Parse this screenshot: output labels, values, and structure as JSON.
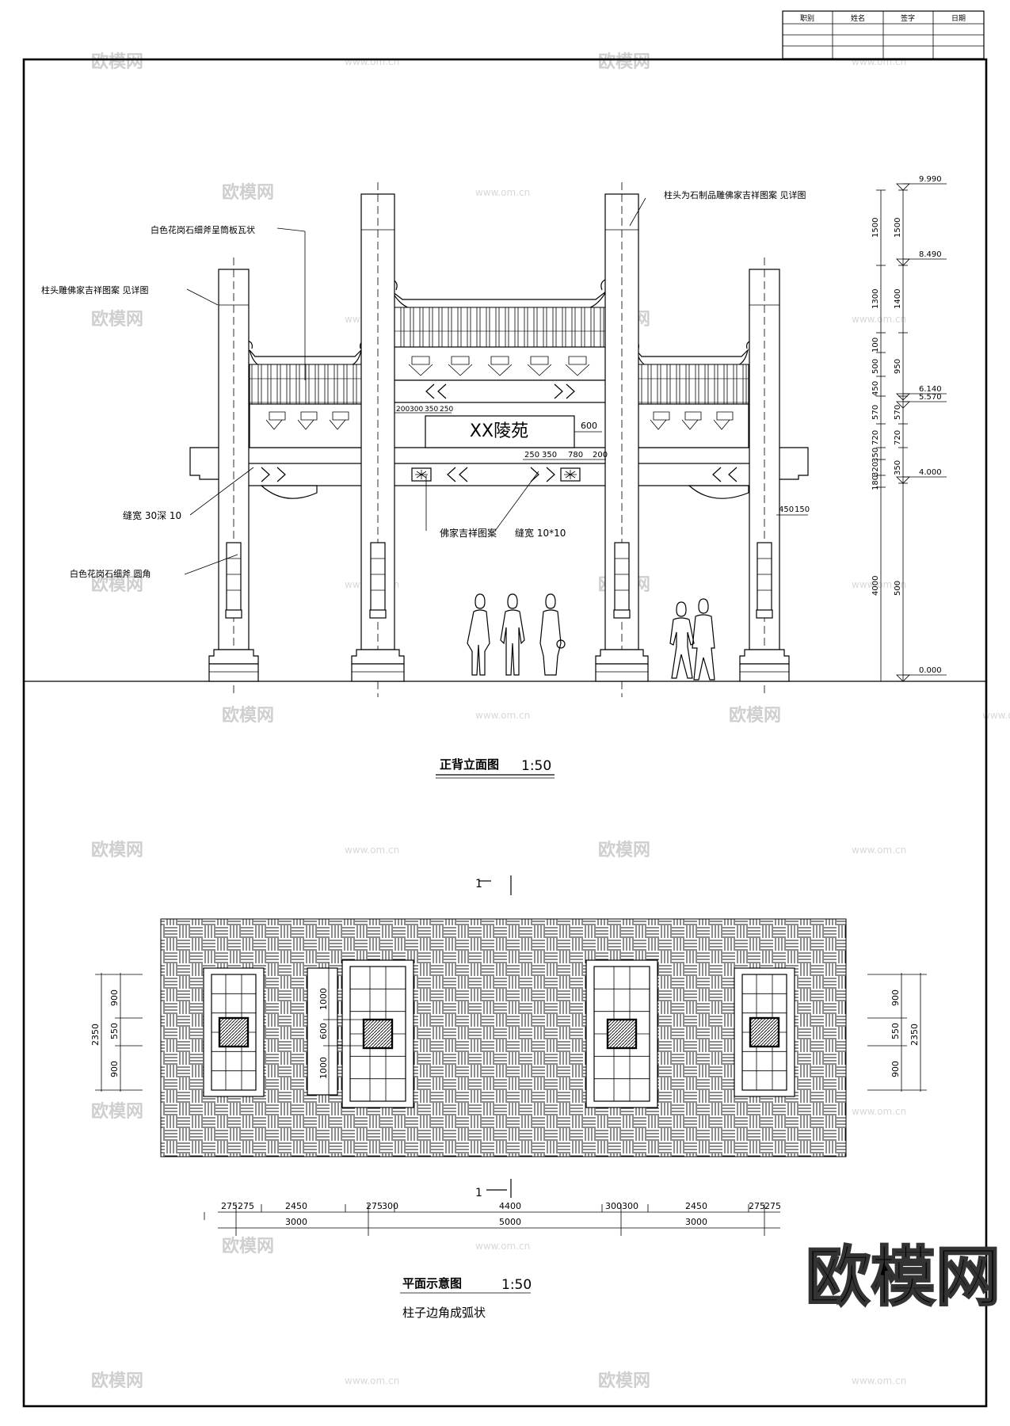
{
  "title_block": {
    "headers": [
      "职别",
      "姓名",
      "签字",
      "日期"
    ]
  },
  "elevation": {
    "sign_text": "XX陵苑",
    "caption": "正背立面图",
    "scale": "1:50",
    "notes": {
      "column_head_right": "柱头为石制品雕佛家吉祥图案 见详图",
      "roof_stone": "白色花岗石细斧呈筒板瓦状",
      "column_head_left": "柱头雕佛家吉祥图案 见详图",
      "seam_left": "缝宽 30深 10",
      "column_stone": "白色花岗石细斧 圆角",
      "pattern": "佛家吉祥图案",
      "seam_center": "缝宽 10*10"
    },
    "sign_dims_top": [
      "200",
      "300",
      "350",
      "250"
    ],
    "sign_dim_right": "600",
    "sign_dims_bottom": [
      "250",
      "350",
      "780",
      "200"
    ],
    "small_dims": [
      "450",
      "150"
    ],
    "levels": [
      "9.990",
      "8.490",
      "6.140",
      "5.570",
      "4.000",
      "0.000"
    ],
    "vdims_col1": [
      "1500",
      "1300",
      "100",
      "500",
      "450",
      "570",
      "720",
      "350",
      "320",
      "180",
      "4000"
    ],
    "vdims_col2": [
      "1500",
      "1400",
      "950",
      "570",
      "720",
      "350",
      "500",
      "4000"
    ]
  },
  "plan": {
    "caption": "平面示意图",
    "scale": "1:50",
    "note": "柱子边角成弧状",
    "section_mark": "1",
    "left_dims": [
      "900",
      "550",
      "900"
    ],
    "left_total": "2350",
    "center_dims": [
      "1000",
      "600",
      "1000"
    ],
    "right_dims": [
      "900",
      "550",
      "900"
    ],
    "right_total": "2350",
    "bottom_dims_row1": [
      "275",
      "275",
      "2450",
      "275",
      "300",
      "4400",
      "300",
      "300",
      "2450",
      "275",
      "275"
    ],
    "bottom_dims_row2": [
      "3000",
      "5000",
      "3000"
    ]
  },
  "watermark": {
    "big": "欧模网",
    "small": "欧模网",
    "url": "www.om.cn"
  }
}
